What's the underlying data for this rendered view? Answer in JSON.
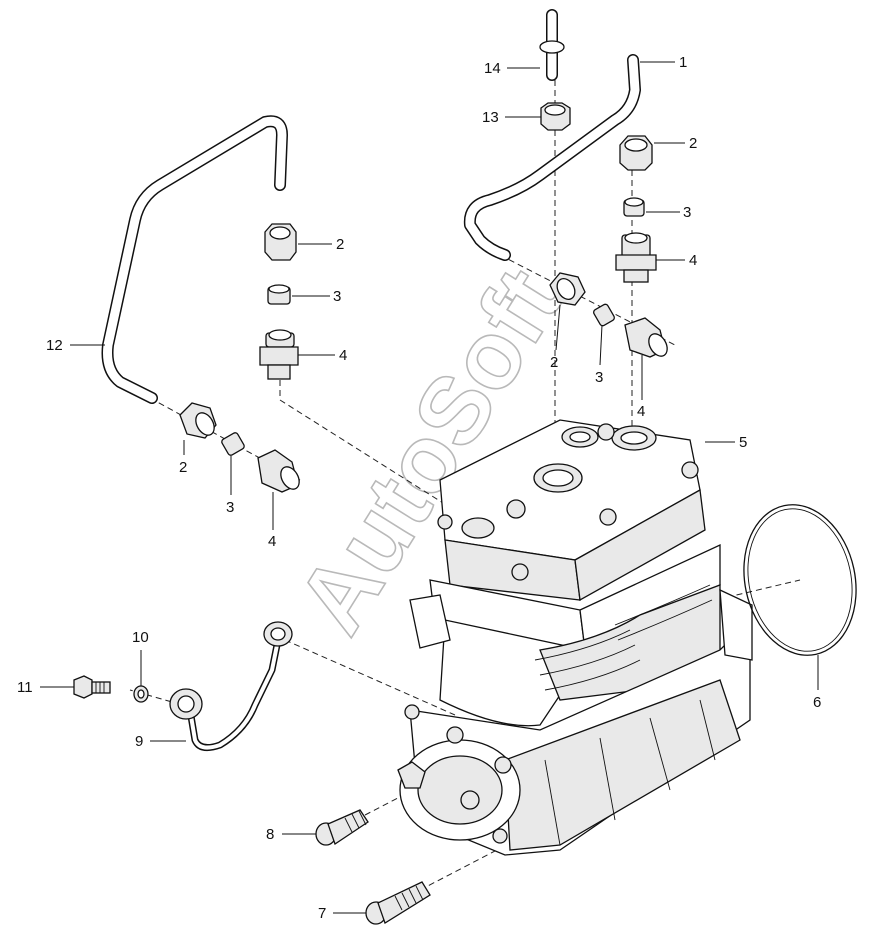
{
  "diagram": {
    "watermark": "AutoSoft",
    "callouts": [
      "1",
      "2",
      "3",
      "4",
      "5",
      "6",
      "7",
      "8",
      "9",
      "10",
      "11",
      "12",
      "13",
      "14"
    ]
  }
}
